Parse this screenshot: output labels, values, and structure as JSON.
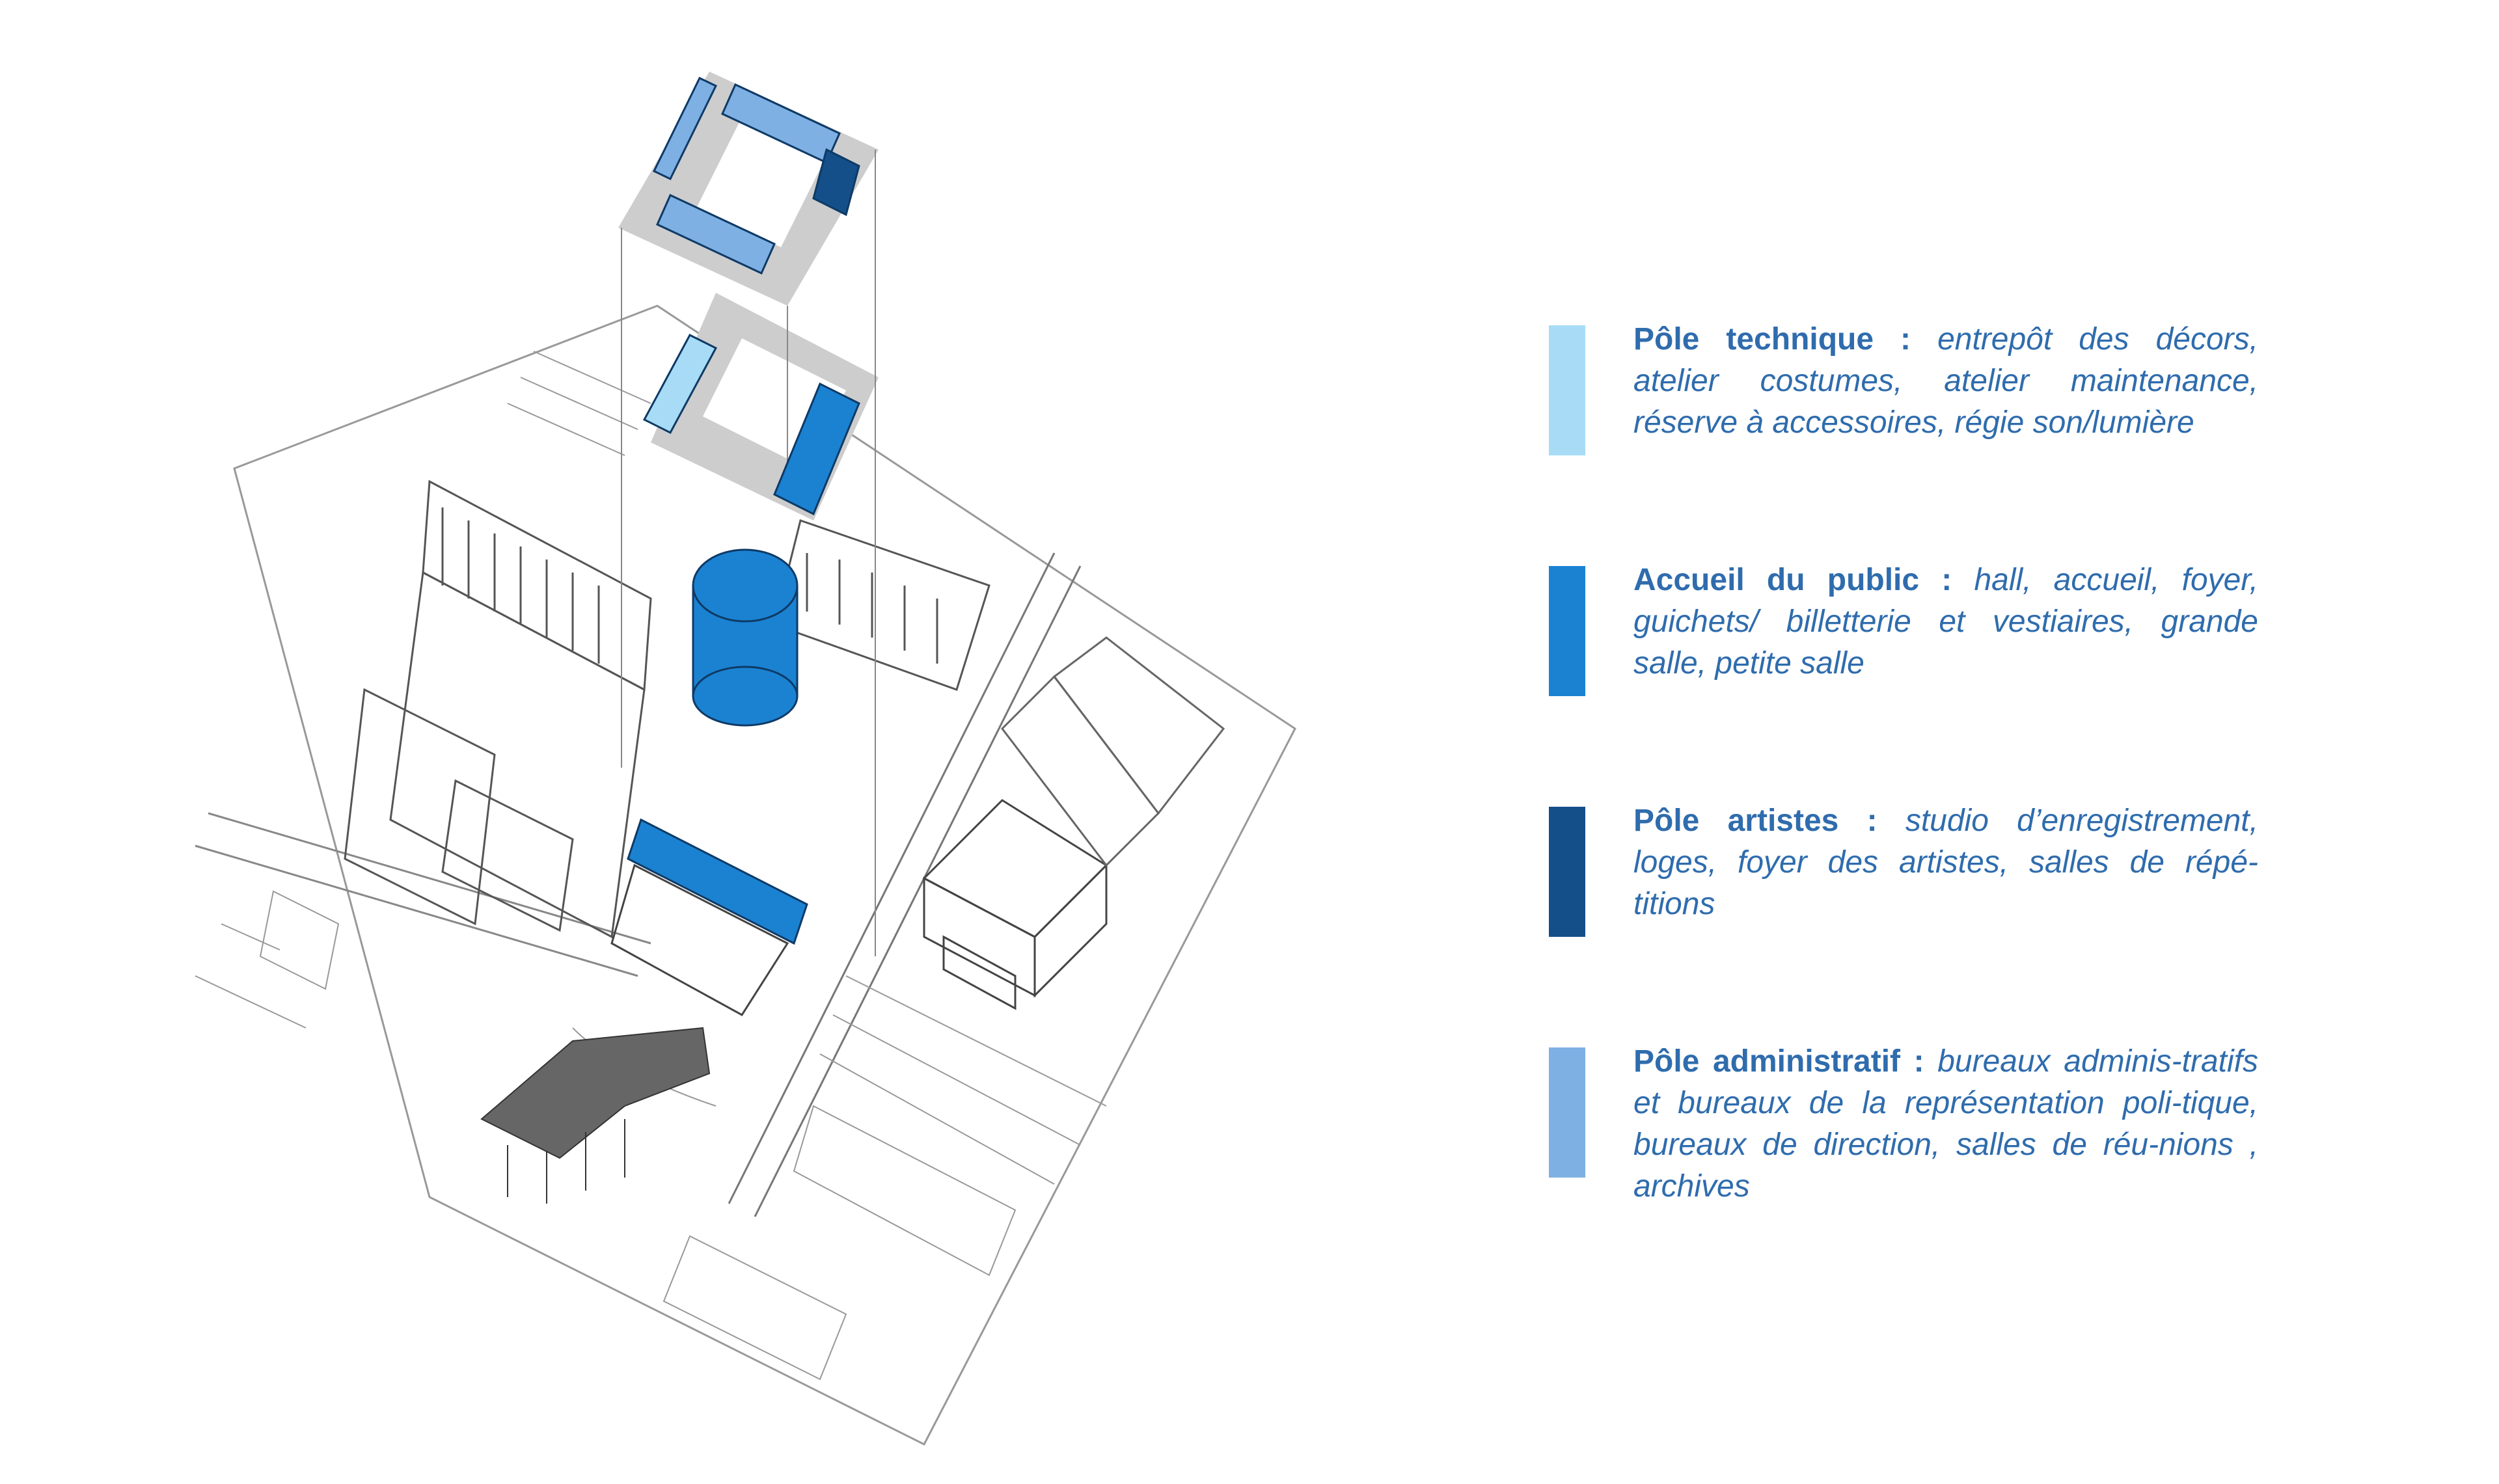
{
  "colors": {
    "accent_text": "#2f6cad",
    "pole_technique": "#a8dcf6",
    "accueil_public": "#1b82d2",
    "pole_artistes": "#154f8a",
    "pole_administratif": "#7eb0e3",
    "slab_grey": "#cdcdcd",
    "linework": "#555555"
  },
  "legend": [
    {
      "key": "pole_technique",
      "title": "Pôle technique :",
      "description": "entrepôt des décors, atelier costumes, atelier maintenance, réserve à accessoires, régie son/lumière"
    },
    {
      "key": "accueil_public",
      "title": "Accueil du public :",
      "description": "hall, accueil, foyer, guichets/ billetterie et vestiaires, grande salle, petite salle"
    },
    {
      "key": "pole_artistes",
      "title": "Pôle artistes :",
      "description": "studio d’enregistrement, loges, foyer des artistes, salles de répé-titions"
    },
    {
      "key": "pole_administratif",
      "title": "Pôle administratif :",
      "description": "bureaux adminis-tratifs et bureaux de la représentation poli-tique, bureaux de direction, salles de réu-nions , archives"
    }
  ]
}
